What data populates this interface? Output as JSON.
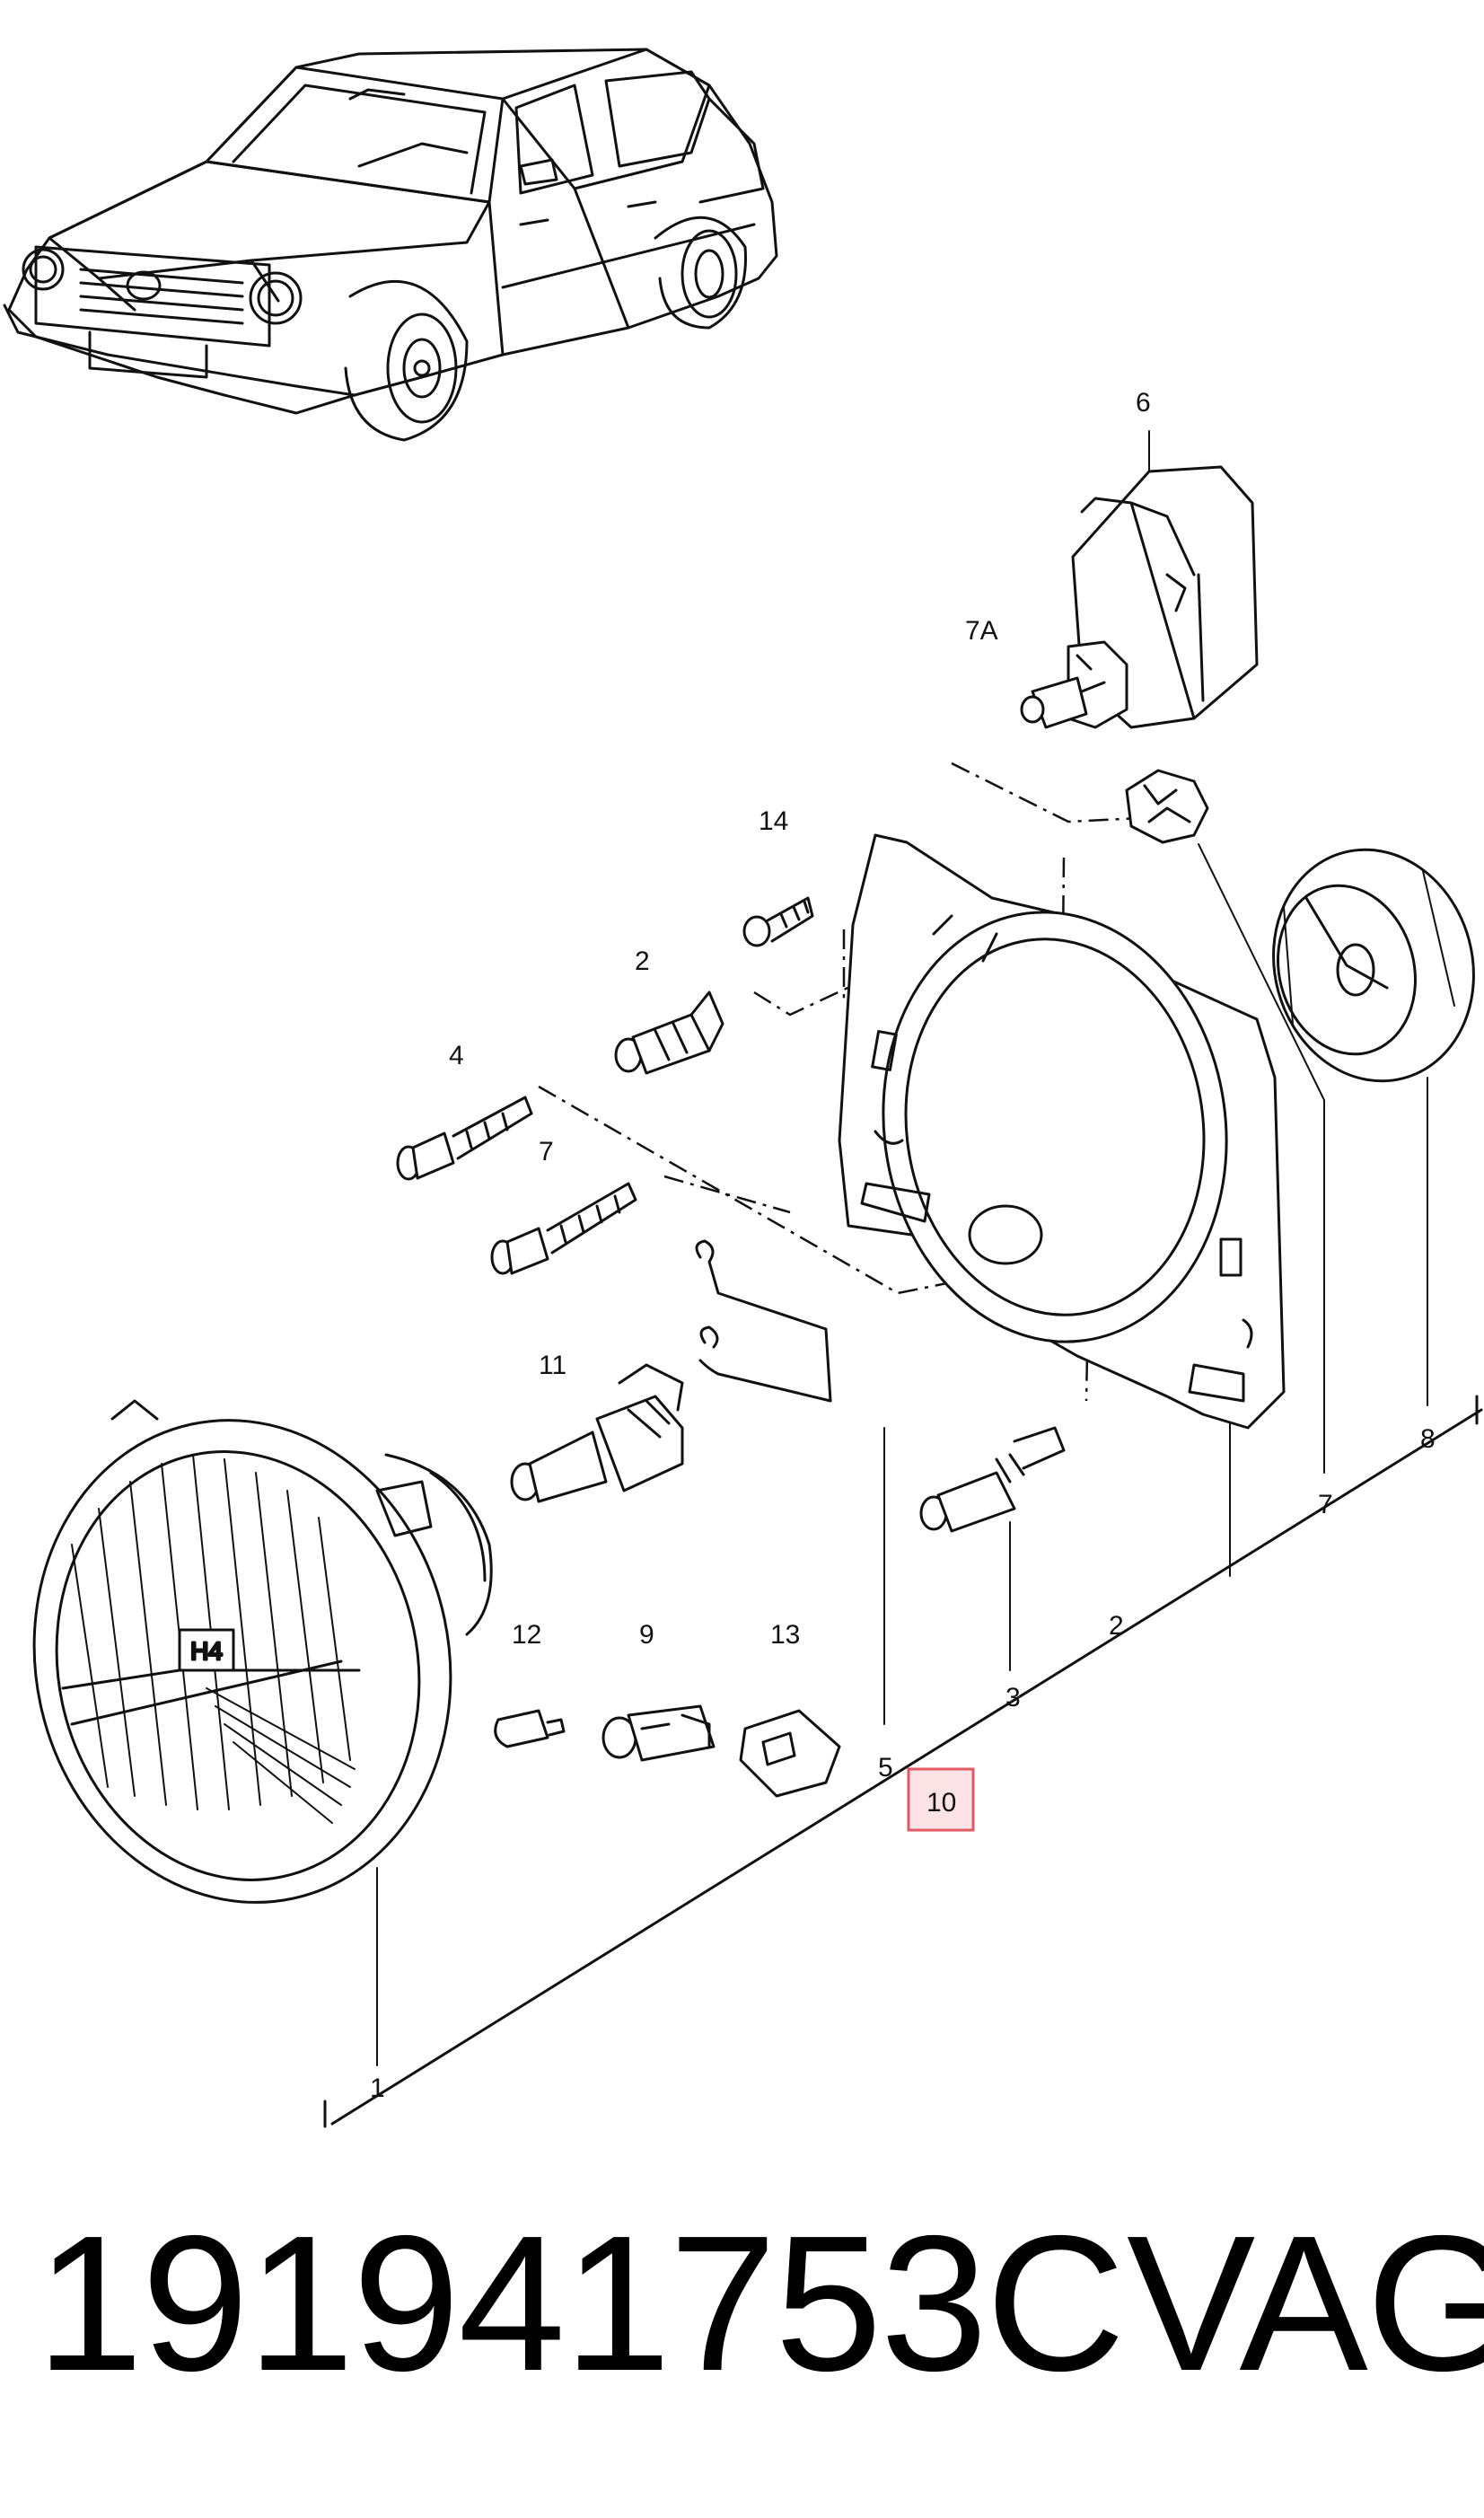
{
  "diagram": {
    "callouts": {
      "c1": "1",
      "c2a": "2",
      "c2b": "2",
      "c3": "3",
      "c4": "4",
      "c5": "5",
      "c6": "6",
      "c7a": "7A",
      "c7b": "7",
      "c7c": "7",
      "c8": "8",
      "c9": "9",
      "c10": "10",
      "c11": "11",
      "c12": "12",
      "c13": "13",
      "c14": "14"
    },
    "bulb_label": "H4",
    "highlight_color": "#e05a64",
    "highlight_fill": "#fbe3e5"
  },
  "footer": {
    "part_number": "191941753C",
    "brand": "VAG"
  }
}
